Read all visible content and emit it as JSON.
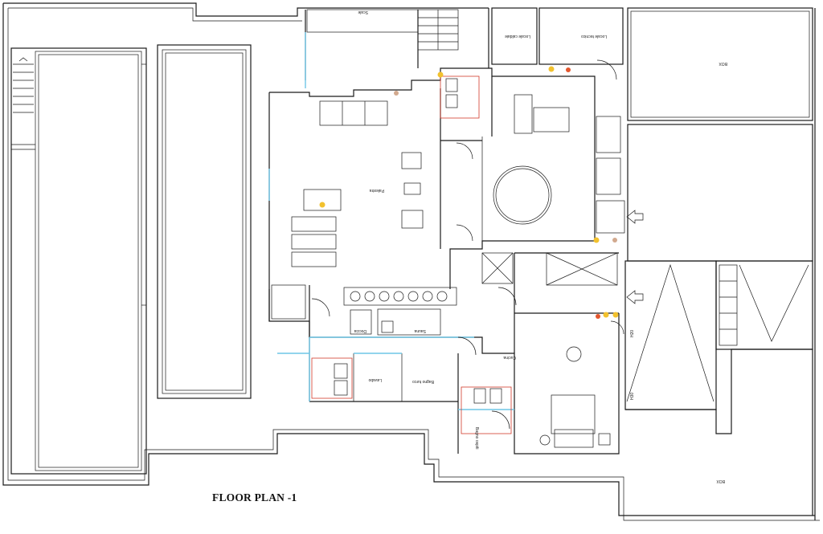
{
  "title": "FLOOR PLAN -1",
  "rooms": {
    "stairs_top": "Scale",
    "lavanderia": "Locale caldaie",
    "locale_tecnico": "Locale tecnico",
    "box_top": "BOX",
    "palestra": "Palestra",
    "doccia": "Doccia",
    "sauna": "Sauna",
    "lavabo": "Lavabo",
    "bagno_turco": "Bagno turco",
    "cucina": "Cucina",
    "bagno_ospiti": "Bagno ospiti",
    "box_bottom": "BOX"
  },
  "markers": {
    "h1": "H20",
    "h2": "H30"
  },
  "colors": {
    "glass": "#6ec6e6",
    "light_yellow": "#f2c12e",
    "light_red": "#e4572e",
    "wall": "#1a1a1a"
  }
}
